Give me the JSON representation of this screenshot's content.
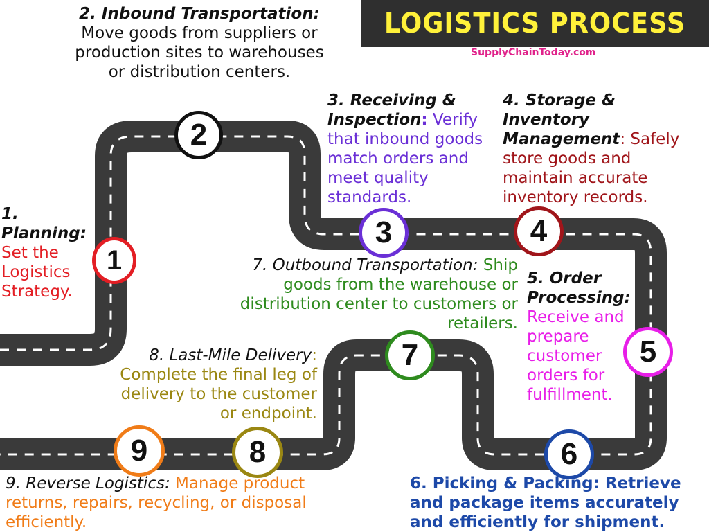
{
  "header": {
    "title": "LOGISTICS PROCESS",
    "website": "SupplyChainToday.com"
  },
  "steps": [
    {
      "number": "1",
      "title": "1. Planning:",
      "description": "Set the Logistics Strategy.",
      "color": "#e31e24"
    },
    {
      "number": "2",
      "title": "2. Inbound Transportation:",
      "description": "Move goods from suppliers or production sites to warehouses or distribution centers.",
      "color": "#111111"
    },
    {
      "number": "3",
      "title": "3. Receiving & Inspection",
      "title_punct": ":",
      "description": "Verify that inbound goods match orders and meet quality standards.",
      "color": "#6a2fd6"
    },
    {
      "number": "4",
      "title": "4. Storage & Inventory Management",
      "title_punct": ":",
      "description": "Safely store goods and maintain accurate inventory records.",
      "color": "#a0151a"
    },
    {
      "number": "5",
      "title": "5. Order Processing:",
      "description": "Receive and prepare customer orders for fulfillment.",
      "color": "#e81ee8"
    },
    {
      "number": "6",
      "title": "6. Picking & Packing:",
      "description": "Retrieve and package items accurately and efficiently for shipment.",
      "color": "#1d49a8"
    },
    {
      "number": "7",
      "title": "7. Outbound Transportation:",
      "description": "Ship goods from the warehouse or distribution center to customers or retailers.",
      "color": "#2e8b1e"
    },
    {
      "number": "8",
      "title": "8. Last-Mile Delivery",
      "title_punct": ":",
      "description": "Complete the final leg of delivery to the customer or endpoint.",
      "color": "#9a8712"
    },
    {
      "number": "9",
      "title": "9. Reverse Logistics:",
      "description": "Manage product returns, repairs, recycling, or disposal efficiently.",
      "color": "#f07c18"
    }
  ]
}
